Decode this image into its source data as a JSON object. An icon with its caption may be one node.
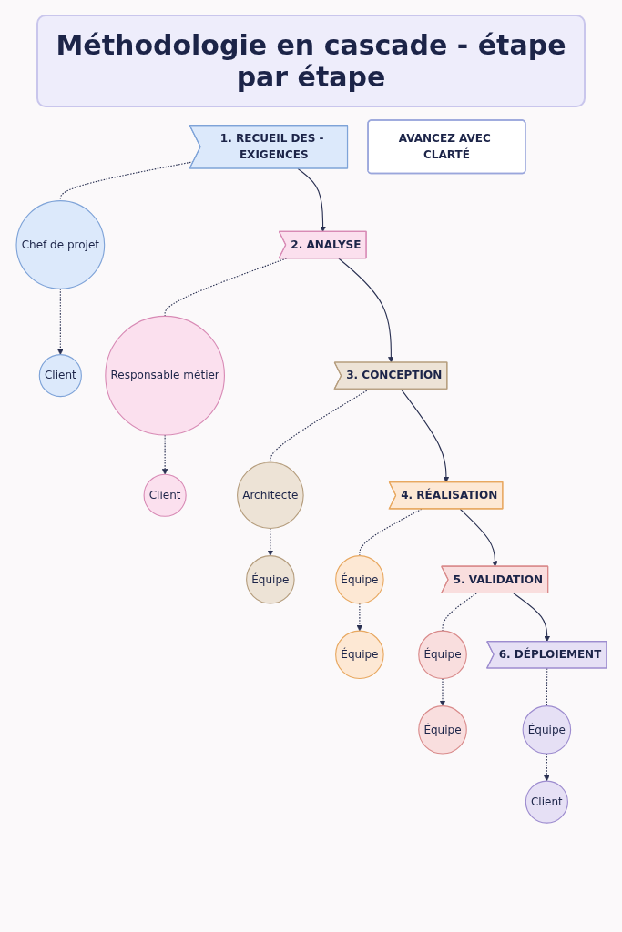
{
  "diagram": {
    "title": "Méthodologie en cascade - étape par étape",
    "nodes": [
      {
        "text": [
          "1. RECUEIL DES - EXIGENCES"
        ]
      },
      {
        "text": [
          "Chef de projet"
        ]
      },
      {
        "text": [
          "Client"
        ]
      },
      {
        "text": [
          "2. ANALYSE"
        ]
      },
      {
        "text": [
          "Responsable métier"
        ]
      },
      {
        "text": [
          "Client"
        ]
      },
      {
        "text": [
          "3. CONCEPTION"
        ]
      },
      {
        "text": [
          "Architecte"
        ]
      },
      {
        "text": [
          "Équipe"
        ]
      },
      {
        "text": [
          "4. RÉALISATION"
        ]
      },
      {
        "text": [
          "Équipe"
        ]
      },
      {
        "text": [
          "Équipe"
        ]
      },
      {
        "text": [
          "5. VALIDATION"
        ]
      },
      {
        "text": [
          "Équipe"
        ]
      },
      {
        "text": [
          "Équipe"
        ]
      },
      {
        "text": [
          "6. DÉPLOIEMENT"
        ]
      },
      {
        "text": [
          "Équipe"
        ]
      },
      {
        "text": [
          "Client"
        ]
      },
      {
        "text": [
          "AVANCEZ AVEC CLARTÉ"
        ]
      }
    ],
    "edges": [
      {
        "from": 0,
        "to": 1,
        "arrow": "none",
        "style": "dashed"
      },
      {
        "from": 1,
        "to": 2,
        "arrow": "to",
        "style": "dashed"
      },
      {
        "from": 0,
        "to": 3,
        "arrow": "to"
      },
      {
        "from": 3,
        "to": 4,
        "arrow": "none",
        "style": "dashed"
      },
      {
        "from": 4,
        "to": 5,
        "arrow": "to",
        "style": "dashed"
      },
      {
        "from": 3,
        "to": 6,
        "arrow": "to"
      },
      {
        "from": 6,
        "to": 7,
        "arrow": "none",
        "style": "dashed"
      },
      {
        "from": 7,
        "to": 8,
        "arrow": "to",
        "style": "dashed"
      },
      {
        "from": 6,
        "to": 9,
        "arrow": "to"
      },
      {
        "from": 9,
        "to": 10,
        "arrow": "none",
        "style": "dashed"
      },
      {
        "from": 10,
        "to": 11,
        "arrow": "to",
        "style": "dashed"
      },
      {
        "from": 9,
        "to": 12,
        "arrow": "to"
      },
      {
        "from": 12,
        "to": 13,
        "arrow": "none",
        "style": "dashed"
      },
      {
        "from": 13,
        "to": 14,
        "arrow": "to",
        "style": "dashed"
      },
      {
        "from": 12,
        "to": 15,
        "arrow": "to"
      },
      {
        "from": 15,
        "to": 16,
        "arrow": "none",
        "style": "dashed"
      },
      {
        "from": 16,
        "to": 17,
        "arrow": "to",
        "style": "dashed"
      }
    ]
  }
}
